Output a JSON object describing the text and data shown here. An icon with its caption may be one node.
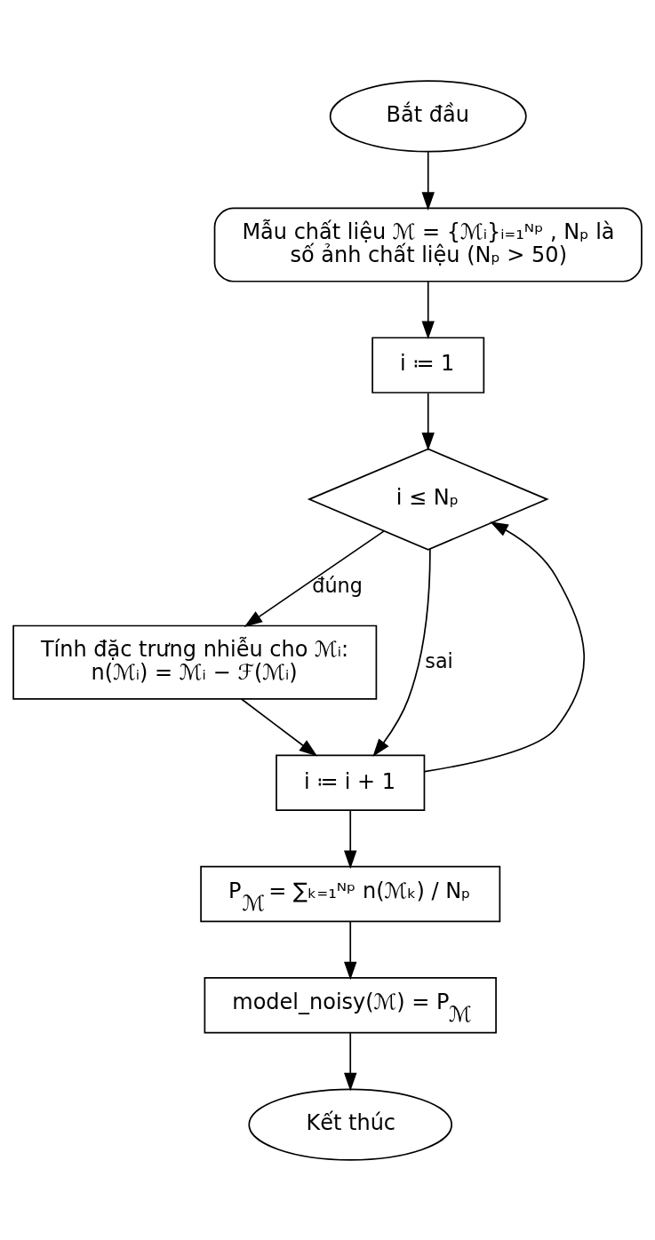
{
  "diagram": {
    "nodes": [
      {
        "text": [
          "Bắt đầu"
        ]
      },
      {
        "text": [
          "Mẫu chất liệu ℳ = {ℳᵢ}ᵢ₌₁ᴺᵖ , Nₚ là số ảnh chất liệu (Nₚ > 50)"
        ]
      },
      {
        "text": [
          "i ≔ 1"
        ]
      },
      {
        "text": [
          "i ≤ Nₚ"
        ]
      },
      {
        "text": [
          "Tính đặc trưng nhiễu cho ℳᵢ:",
          "n(ℳᵢ) = ℳᵢ − ℱ(ℳᵢ)"
        ]
      },
      {
        "text": [
          "i ≔ i + 1"
        ]
      },
      {
        "text": [
          "P$_{ℳ}$ = ∑ₖ₌₁ᴺᵖ n(ℳₖ) / Nₚ"
        ]
      },
      {
        "text": [
          "model_noisy(ℳ) = P$_{ℳ}$"
        ]
      },
      {
        "text": [
          "Kết thúc"
        ]
      }
    ],
    "edges": [
      {
        "from": 0,
        "to": 1,
        "arrow": "to"
      },
      {
        "from": 1,
        "to": 2,
        "arrow": "to"
      },
      {
        "from": 2,
        "to": 3,
        "arrow": "to"
      },
      {
        "from": 3,
        "to": 4,
        "arrow": "to",
        "label": "đúng"
      },
      {
        "from": 4,
        "to": 5,
        "arrow": "to"
      },
      {
        "from": 5,
        "to": 3,
        "arrow": "to"
      },
      {
        "from": 3,
        "to": 5,
        "arrow": "to",
        "label": "sai"
      },
      {
        "from": 5,
        "to": 6,
        "arrow": "to"
      },
      {
        "from": 6,
        "to": 7,
        "arrow": "to"
      },
      {
        "from": 7,
        "to": 8,
        "arrow": "to"
      }
    ]
  }
}
